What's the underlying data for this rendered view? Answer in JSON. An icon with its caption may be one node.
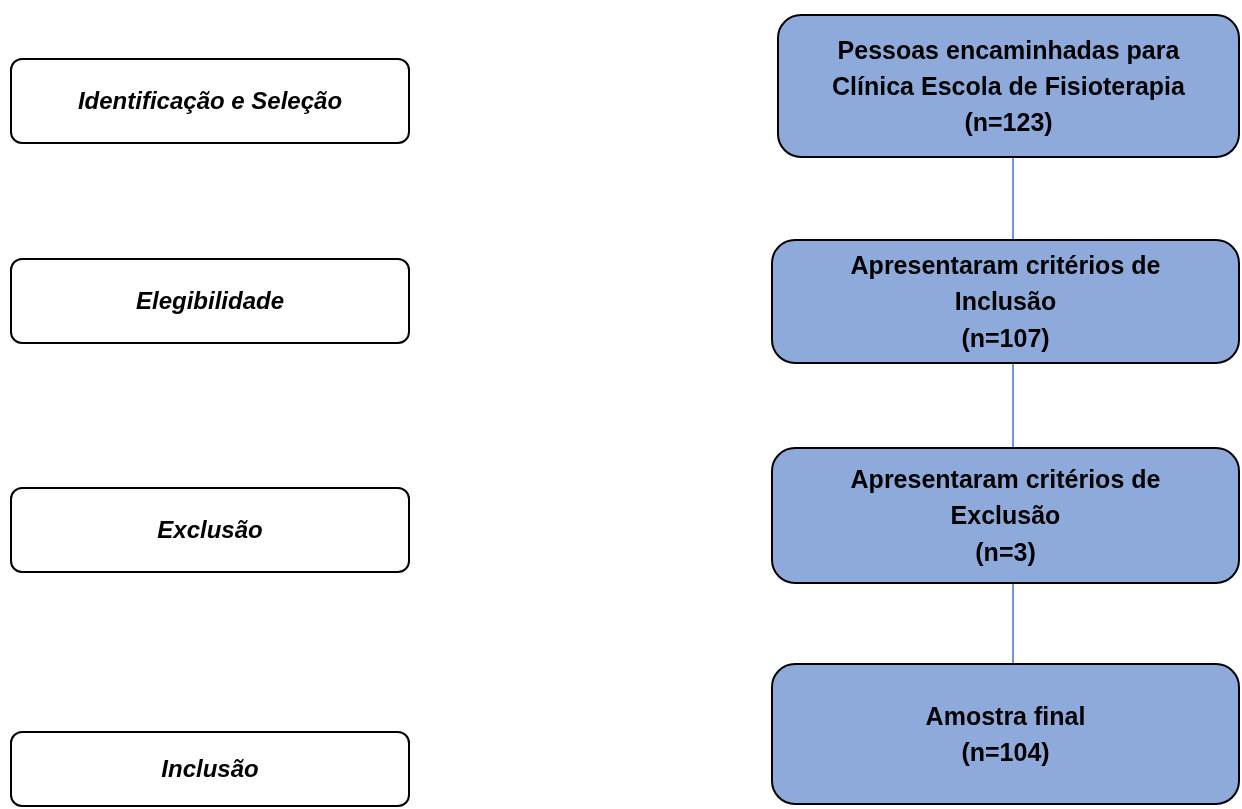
{
  "diagram": {
    "nodes": [
      {
        "text": [
          "Identificação e Seleção"
        ]
      },
      {
        "text": [
          "Elegibilidade"
        ]
      },
      {
        "text": [
          "Exclusão"
        ]
      },
      {
        "text": [
          "Inclusão"
        ]
      },
      {
        "text": [
          "Pessoas encaminhadas para Clínica Escola de Fisioterapia",
          "(n=123)"
        ]
      },
      {
        "text": [
          "Apresentaram critérios de Inclusão",
          "(n=107)"
        ]
      },
      {
        "text": [
          "Apresentaram critérios de Exclusão",
          "(n=3)"
        ]
      },
      {
        "text": [
          "Amostra final",
          "(n=104)"
        ]
      }
    ],
    "edges": [
      {
        "from": 4,
        "to": 5,
        "arrow": "none"
      },
      {
        "from": 5,
        "to": 6,
        "arrow": "none"
      },
      {
        "from": 6,
        "to": 7,
        "arrow": "none"
      }
    ]
  }
}
